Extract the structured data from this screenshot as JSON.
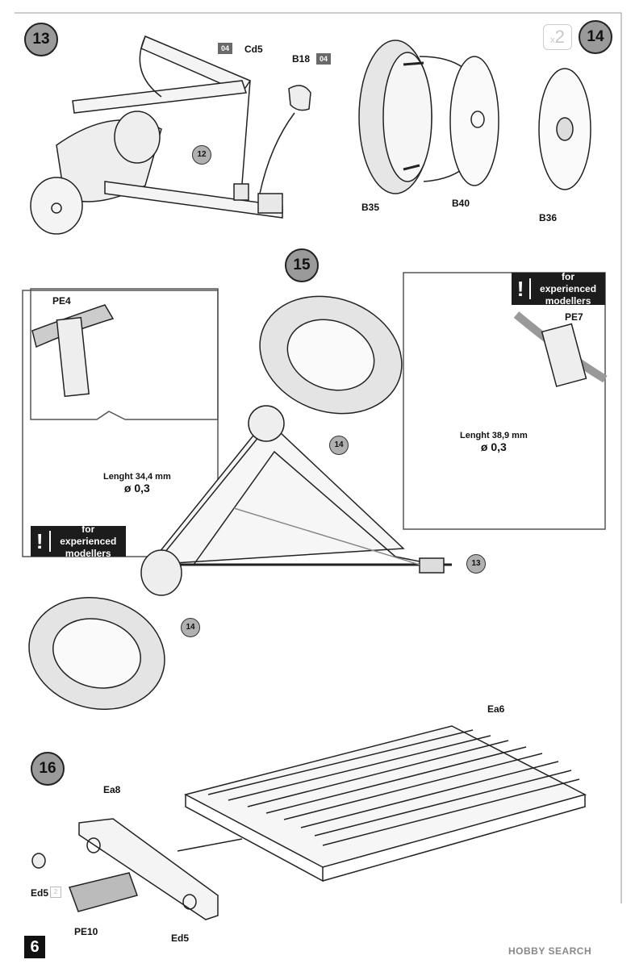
{
  "steps": {
    "s13": "13",
    "s14": "14",
    "s15": "15",
    "s16": "16"
  },
  "refs": {
    "r12": "12",
    "r14a": "14",
    "r13": "13",
    "r14b": "14"
  },
  "tags": {
    "t04a": "04",
    "t04b": "04"
  },
  "multiplier": {
    "prefix": "x",
    "value": "2"
  },
  "small_multiplier": "2",
  "parts": {
    "cd5": "Cd5",
    "b18": "B18",
    "b35": "B35",
    "b40": "B40",
    "b36": "B36",
    "pe4": "PE4",
    "pe7": "PE7",
    "ea6": "Ea6",
    "ea8": "Ea8",
    "ed5a": "Ed5",
    "ed5b": "Ed5",
    "pe10": "PE10"
  },
  "warnings": {
    "line1": "for experienced",
    "line2": "modellers",
    "mark": "!"
  },
  "measurements": {
    "left": {
      "length": "Lenght 34,4 mm",
      "diameter": "ø 0,3"
    },
    "right": {
      "length": "Lenght 38,9 mm",
      "diameter": "ø 0,3"
    }
  },
  "page_number": "6",
  "watermark": "HOBBY SEARCH"
}
